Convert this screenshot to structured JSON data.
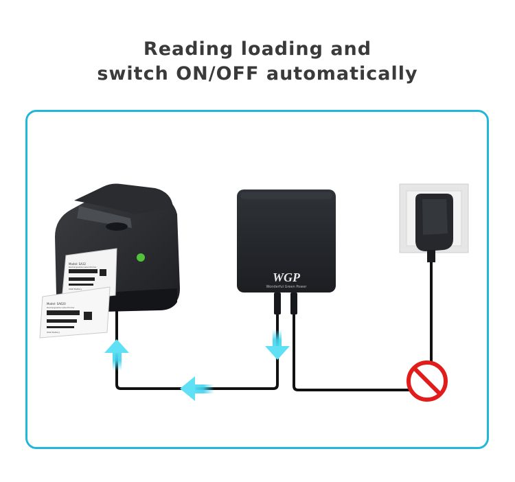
{
  "headline": {
    "line1": "Reading loading and",
    "line2": "switch ON/OFF automatically"
  },
  "ups": {
    "logo": "WGP",
    "tagline": "Wonderful Green Power"
  },
  "labels": {
    "top": {
      "model_line": "Model: SA32",
      "sub_line": "Rechargeable Label Printer",
      "barcode_caption": "WGP Battery"
    },
    "bottom": {
      "model_line": "Model: SA620",
      "sub_line": "Rechargeable Label Printer",
      "barcode_caption": "WGP Battery"
    }
  },
  "colors": {
    "accent": "#22b6dc",
    "arrow": "#3fd3ee",
    "prohibit": "#e21b1b",
    "headline": "#3a3a3a"
  },
  "icons": {
    "flow_arrows": "arrow-icon",
    "prohibited": "prohibited-icon"
  }
}
